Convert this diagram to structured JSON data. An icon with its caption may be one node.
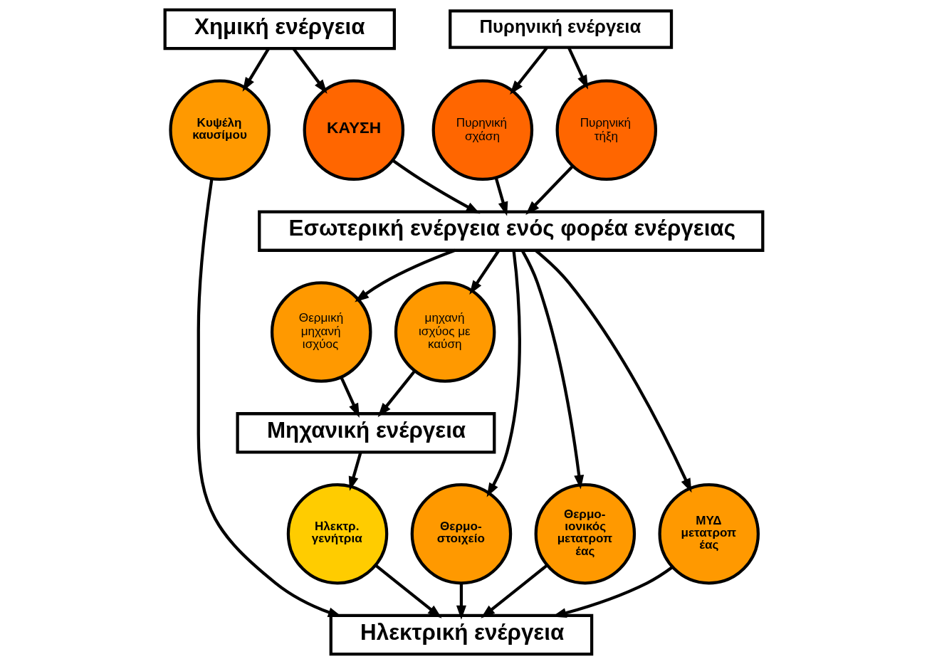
{
  "diagram": {
    "nodes": [
      {
        "text": [
          "Χημική ενέργεια"
        ]
      },
      {
        "text": [
          "Πυρηνική ενέργεια"
        ]
      },
      {
        "text": [
          "ΚΑΥΣΗ"
        ]
      },
      {
        "text": [
          "Πυρηνική σχάση"
        ]
      },
      {
        "text": [
          "Πυρηνική τήξη"
        ]
      },
      {
        "text": [
          "Κυψέλη καυσίμου"
        ]
      },
      {
        "text": [
          "Εσωτερική ενέργεια ενός φορέα ενέργειας"
        ]
      },
      {
        "text": [
          "Θερμική μηχανή ισχύος"
        ]
      },
      {
        "text": [
          "μηχανή ισχύος με καύση"
        ]
      },
      {
        "text": [
          "Θερμο- στοιχείο"
        ]
      },
      {
        "text": [
          "Θερμο- ιονικός μετατροπ έας"
        ]
      },
      {
        "text": [
          "ΜΥΔ μετατροπ έας"
        ]
      },
      {
        "text": [
          "Μηχανική ενέργεια"
        ]
      },
      {
        "text": [
          "Ηλεκτρ. γενήτρια"
        ]
      },
      {
        "text": [
          "Ηλεκτρική ενέργεια"
        ]
      }
    ],
    "edges": [
      {
        "from": 0,
        "to": 5,
        "arrow": "to"
      },
      {
        "from": 0,
        "to": 2,
        "arrow": "to"
      },
      {
        "from": 1,
        "to": 3,
        "arrow": "to"
      },
      {
        "from": 1,
        "to": 4,
        "arrow": "to"
      },
      {
        "from": 2,
        "to": 6,
        "arrow": "to"
      },
      {
        "from": 3,
        "to": 6,
        "arrow": "to"
      },
      {
        "from": 4,
        "to": 6,
        "arrow": "to"
      },
      {
        "from": 6,
        "to": 7,
        "arrow": "to"
      },
      {
        "from": 6,
        "to": 8,
        "arrow": "to"
      },
      {
        "from": 6,
        "to": 9,
        "arrow": "to"
      },
      {
        "from": 6,
        "to": 10,
        "arrow": "to"
      },
      {
        "from": 6,
        "to": 11,
        "arrow": "to"
      },
      {
        "from": 7,
        "to": 12,
        "arrow": "to"
      },
      {
        "from": 8,
        "to": 12,
        "arrow": "to"
      },
      {
        "from": 12,
        "to": 13,
        "arrow": "to"
      },
      {
        "from": 5,
        "to": 14,
        "arrow": "to"
      },
      {
        "from": 13,
        "to": 14,
        "arrow": "to"
      },
      {
        "from": 9,
        "to": 14,
        "arrow": "to"
      },
      {
        "from": 10,
        "to": 14,
        "arrow": "to"
      },
      {
        "from": 11,
        "to": 14,
        "arrow": "to"
      }
    ]
  }
}
